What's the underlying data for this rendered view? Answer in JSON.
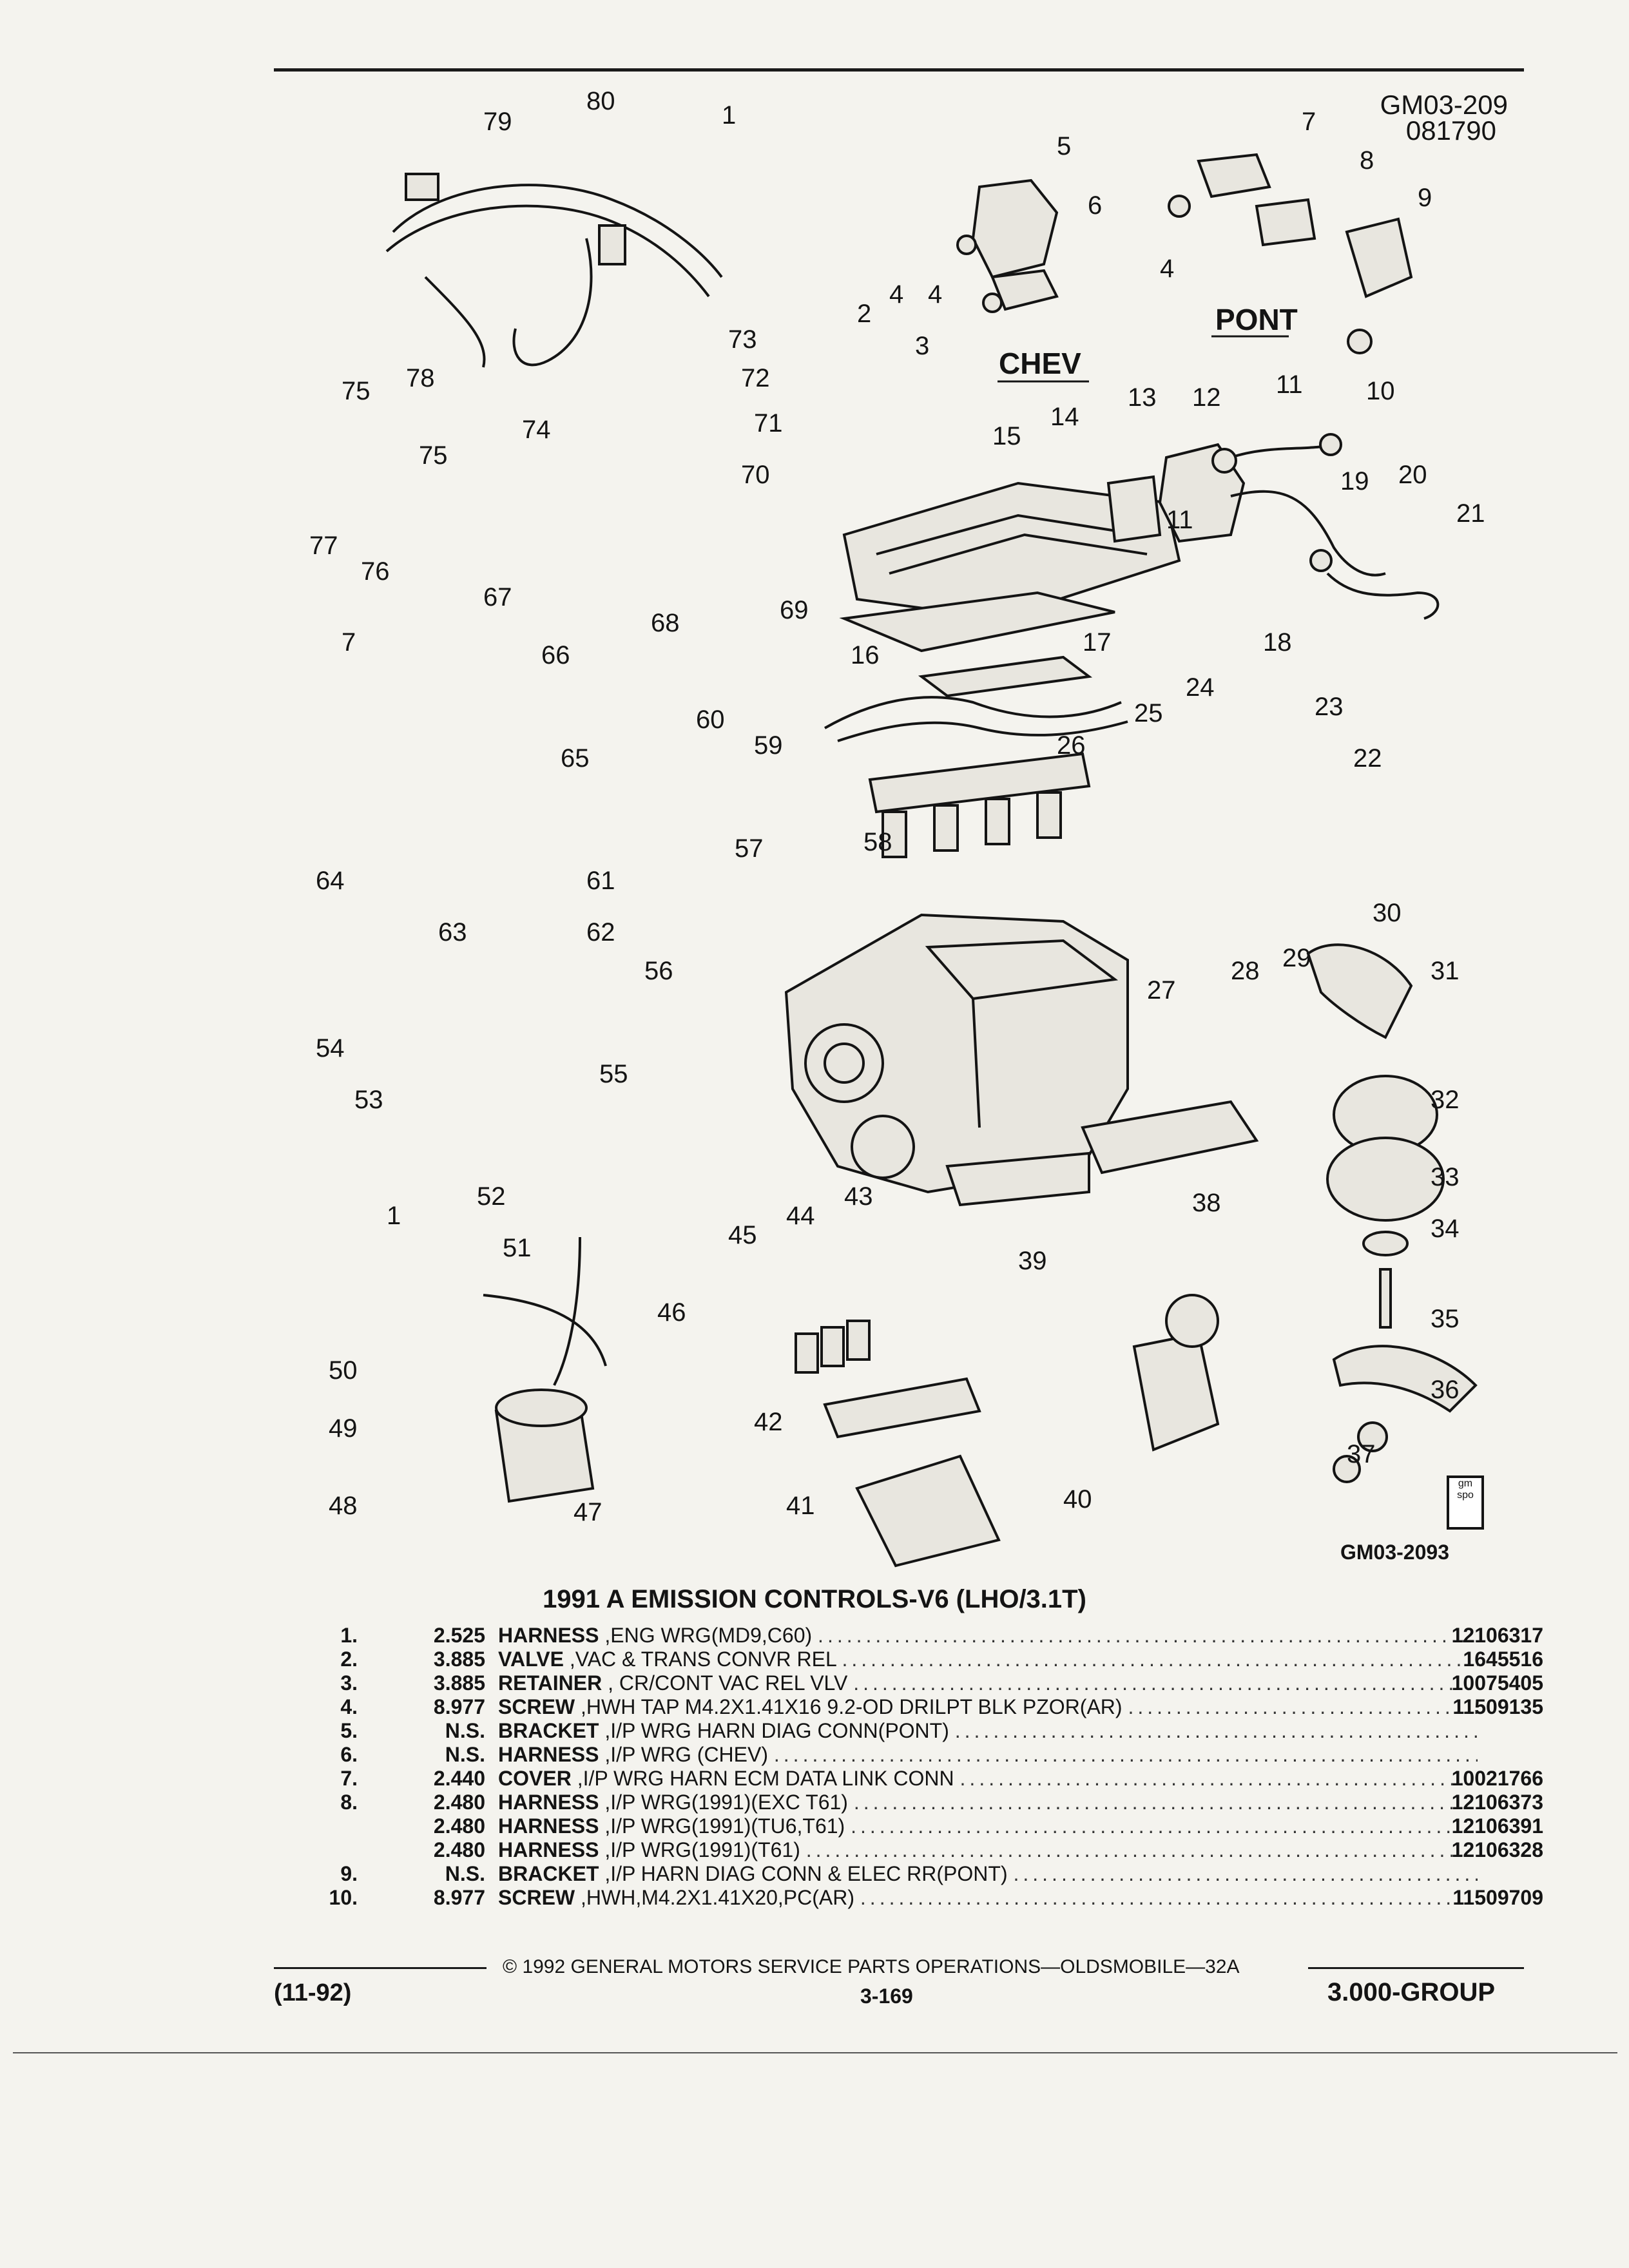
{
  "header": {
    "group_code": "GM03-209",
    "date_code": "081790"
  },
  "diagram": {
    "figure_id": "GM03-2093",
    "labels": {
      "chev": "CHEV",
      "pont": "PONT"
    },
    "logo": {
      "line1": "gm",
      "line2": "spo"
    },
    "callouts": [
      "79",
      "80",
      "1",
      "5",
      "6",
      "4",
      "4",
      "7",
      "8",
      "9",
      "4",
      "2",
      "3",
      "73",
      "72",
      "71",
      "70",
      "75",
      "78",
      "75",
      "74",
      "77",
      "76",
      "15",
      "14",
      "13",
      "12",
      "11",
      "10",
      "11",
      "19",
      "20",
      "21",
      "18",
      "16",
      "69",
      "7",
      "67",
      "68",
      "66",
      "17",
      "24",
      "25",
      "23",
      "22",
      "26",
      "60",
      "59",
      "65",
      "64",
      "61",
      "62",
      "63",
      "57",
      "58",
      "56",
      "54",
      "53",
      "55",
      "28",
      "27",
      "29",
      "30",
      "31",
      "32",
      "33",
      "34",
      "52",
      "1",
      "38",
      "39",
      "45",
      "44",
      "43",
      "51",
      "46",
      "35",
      "36",
      "37",
      "50",
      "49",
      "48",
      "47",
      "42",
      "41",
      "40"
    ]
  },
  "title": "1991 A EMISSION CONTROLS-V6 (LHO/3.1T)",
  "parts": [
    {
      "num": "1.",
      "qty": "2.525",
      "kw": "HARNESS",
      "desc": ",ENG WRG(MD9,C60)",
      "pn": "12106317"
    },
    {
      "num": "2.",
      "qty": "3.885",
      "kw": "VALVE",
      "desc": ",VAC & TRANS CONVR REL",
      "pn": "1645516"
    },
    {
      "num": "3.",
      "qty": "3.885",
      "kw": "RETAINER",
      "desc": ", CR/CONT VAC REL VLV",
      "pn": "10075405"
    },
    {
      "num": "4.",
      "qty": "8.977",
      "kw": "SCREW",
      "desc": ",HWH TAP M4.2X1.41X16 9.2-OD DRILPT BLK PZOR(AR)",
      "pn": "11509135"
    },
    {
      "num": "5.",
      "qty": "N.S.",
      "kw": "BRACKET",
      "desc": ",I/P WRG HARN DIAG CONN(PONT)",
      "pn": ""
    },
    {
      "num": "6.",
      "qty": "N.S.",
      "kw": "HARNESS",
      "desc": ",I/P WRG (CHEV)",
      "pn": ""
    },
    {
      "num": "7.",
      "qty": "2.440",
      "kw": "COVER",
      "desc": ",I/P WRG HARN ECM DATA LINK CONN",
      "pn": "10021766"
    },
    {
      "num": "8.",
      "qty": "2.480",
      "kw": "HARNESS",
      "desc": ",I/P WRG(1991)(EXC T61)",
      "pn": "12106373"
    },
    {
      "num": "",
      "qty": "2.480",
      "kw": "HARNESS",
      "desc": ",I/P WRG(1991)(TU6,T61)",
      "pn": "12106391"
    },
    {
      "num": "",
      "qty": "2.480",
      "kw": "HARNESS",
      "desc": ",I/P WRG(1991)(T61)",
      "pn": "12106328"
    },
    {
      "num": "9.",
      "qty": "N.S.",
      "kw": "BRACKET",
      "desc": ",I/P HARN DIAG CONN & ELEC RR(PONT)",
      "pn": ""
    },
    {
      "num": "10.",
      "qty": "8.977",
      "kw": "SCREW",
      "desc": ",HWH,M4.2X1.41X20,PC(AR)",
      "pn": "11509709"
    }
  ],
  "dots": "..............................................................................................",
  "footer": {
    "copyright": "© 1992 GENERAL MOTORS SERVICE PARTS OPERATIONS—OLDSMOBILE—32A",
    "revision": "(11-92)",
    "page": "3-169",
    "group": "3.000-GROUP"
  }
}
